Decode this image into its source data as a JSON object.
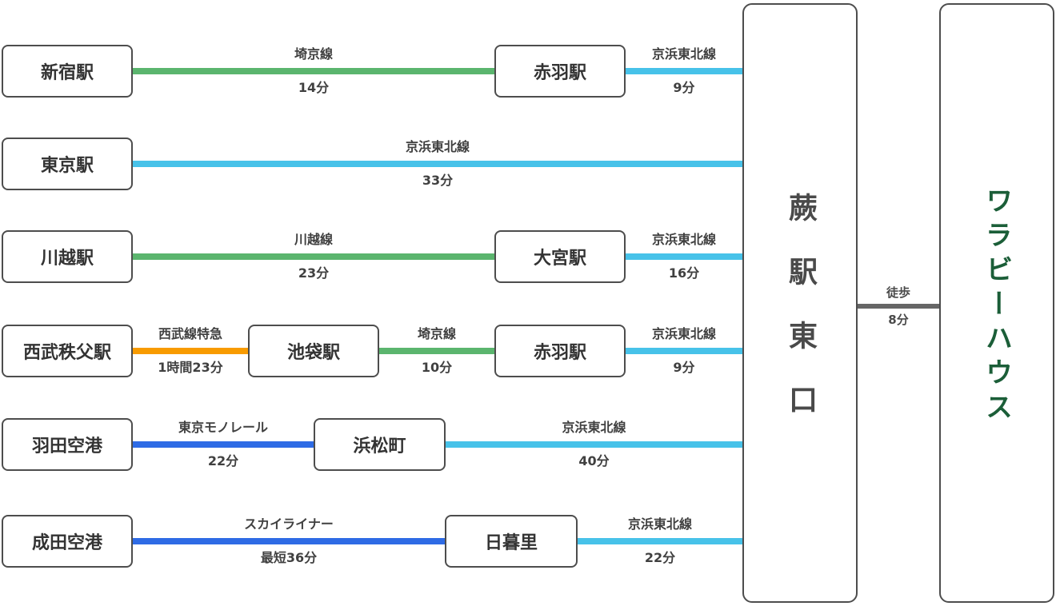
{
  "title": "access-route-diagram",
  "palette": {
    "green": "#5BB56E",
    "light_blue": "#47C2E9",
    "orange": "#F89B00",
    "royal_blue": "#2E6BE5",
    "walk_gray": "#666666",
    "box_border": "#4D4D4D",
    "station_text": "#333333",
    "label_text": "#404040",
    "house_text": "#1B5E38"
  },
  "destination": {
    "station": "蕨駅東口",
    "house": "ワラビーハウス",
    "walk": {
      "mode": "徒歩",
      "duration": "8分"
    }
  },
  "routes": [
    {
      "origin": "新宿駅",
      "leg1": {
        "line": "埼京線",
        "duration": "14分"
      },
      "via1": "赤羽駅",
      "leg2": {
        "line": "京浜東北線",
        "duration": "9分"
      }
    },
    {
      "origin": "東京駅",
      "leg1": {
        "line": "京浜東北線",
        "duration": "33分"
      }
    },
    {
      "origin": "川越駅",
      "leg1": {
        "line": "川越線",
        "duration": "23分"
      },
      "via1": "大宮駅",
      "leg2": {
        "line": "京浜東北線",
        "duration": "16分"
      }
    },
    {
      "origin": "西武秩父駅",
      "leg1": {
        "line": "西武線特急",
        "duration": "1時間23分"
      },
      "via1": "池袋駅",
      "leg2": {
        "line": "埼京線",
        "duration": "10分"
      },
      "via2": "赤羽駅",
      "leg3": {
        "line": "京浜東北線",
        "duration": "9分"
      }
    },
    {
      "origin": "羽田空港",
      "leg1": {
        "line": "東京モノレール",
        "duration": "22分"
      },
      "via1": "浜松町",
      "leg2": {
        "line": "京浜東北線",
        "duration": "40分"
      }
    },
    {
      "origin": "成田空港",
      "leg1": {
        "line": "スカイライナー",
        "duration": "最短36分"
      },
      "via1": "日暮里",
      "leg2": {
        "line": "京浜東北線",
        "duration": "22分"
      }
    }
  ]
}
